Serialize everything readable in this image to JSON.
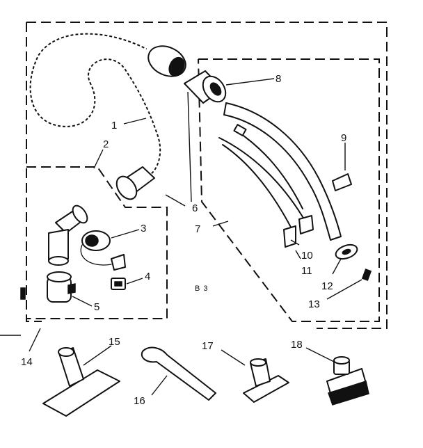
{
  "diagram": {
    "reference_code": "B 3",
    "part_numbers": [
      "1",
      "2",
      "3",
      "4",
      "5",
      "6",
      "7",
      "8",
      "9",
      "10",
      "11",
      "12",
      "13",
      "14",
      "15",
      "16",
      "17",
      "18"
    ]
  }
}
